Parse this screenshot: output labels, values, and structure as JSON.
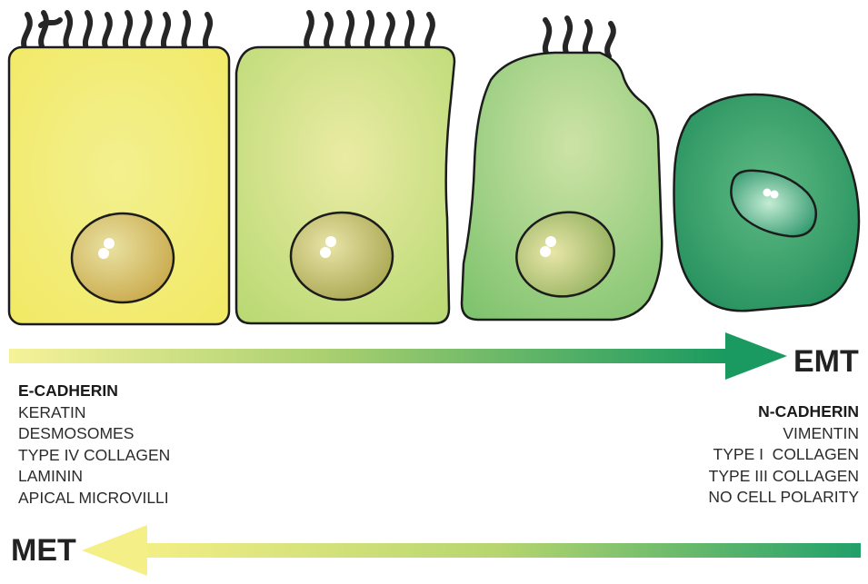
{
  "arrows": {
    "emt_label": "EMT",
    "met_label": "MET",
    "emt_gradient": [
      "#f4ef8a",
      "#1e9a5e"
    ],
    "met_gradient": [
      "#f4ef8a",
      "#1e9a5e"
    ]
  },
  "epithelial_markers": [
    {
      "text": "E-CADHERIN",
      "bold": true
    },
    {
      "text": "KERATIN",
      "bold": false
    },
    {
      "text": "DESMOSOMES",
      "bold": false
    },
    {
      "text": "TYPE IV COLLAGEN",
      "bold": false
    },
    {
      "text": "LAMININ",
      "bold": false
    },
    {
      "text": "APICAL MICROVILLI",
      "bold": false
    }
  ],
  "mesenchymal_markers": [
    {
      "text": "N-CADHERIN",
      "bold": true
    },
    {
      "text": "VIMENTIN",
      "bold": false
    },
    {
      "text": "TYPE I  COLLAGEN",
      "bold": false
    },
    {
      "text": "TYPE III COLLAGEN",
      "bold": false
    },
    {
      "text": "NO CELL POLARITY",
      "bold": false
    }
  ],
  "cells": [
    {
      "stage": "epithelial",
      "body_color": "#f3ec75",
      "nucleus_color": "#cdb54a"
    },
    {
      "stage": "intermediate-1",
      "body_color": "#c9df82",
      "nucleus_color": "#b8b458"
    },
    {
      "stage": "intermediate-2",
      "body_color": "#8fcb7c",
      "nucleus_color": "#a9b760"
    },
    {
      "stage": "mesenchymal",
      "body_color": "#2f9f6a",
      "nucleus_color": "#1f8a5c"
    }
  ]
}
